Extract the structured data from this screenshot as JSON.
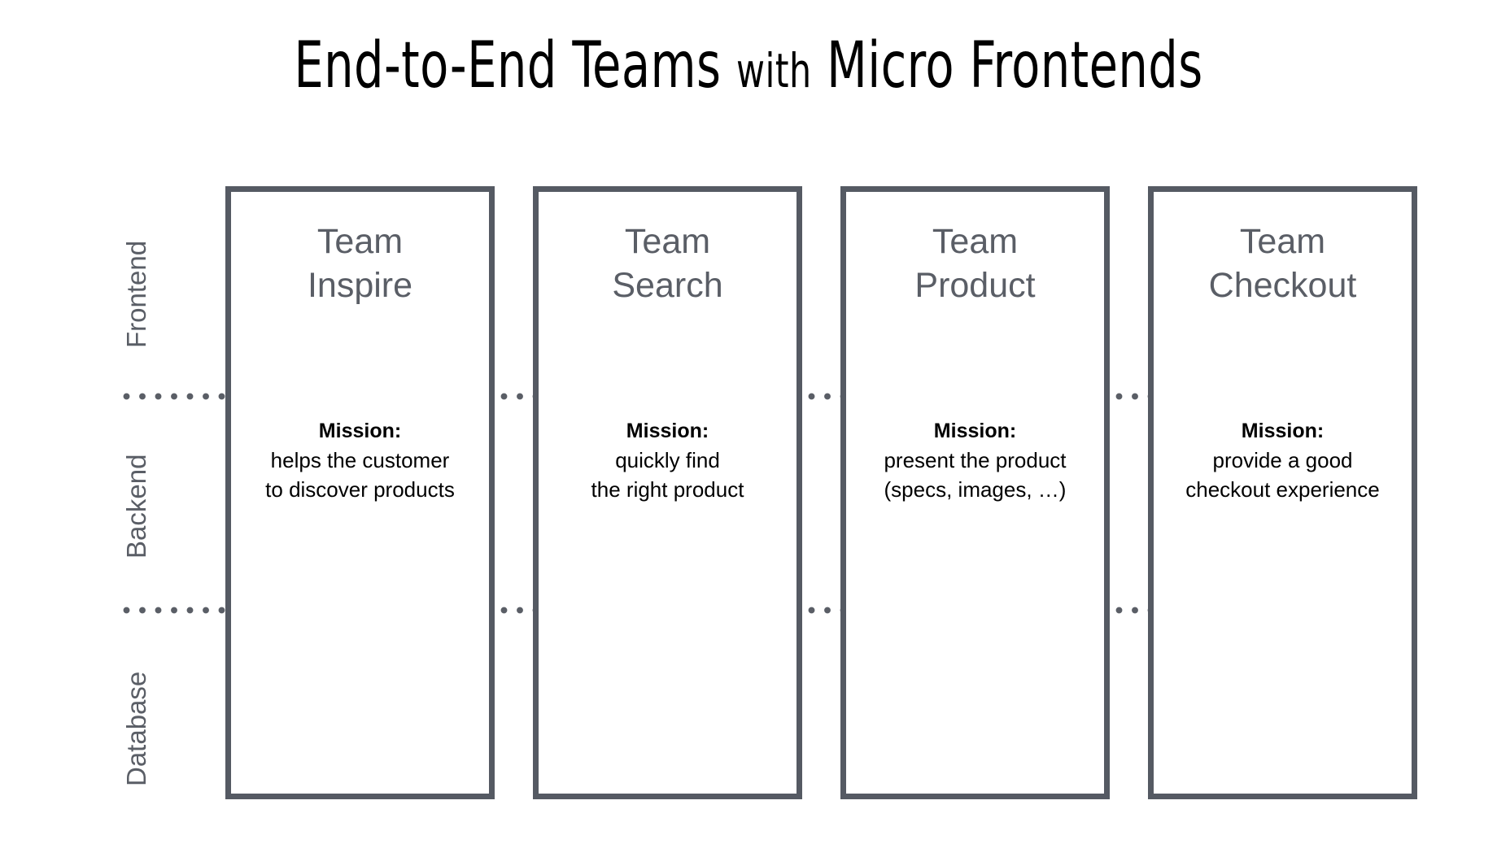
{
  "title": {
    "part1": "End-to-End Teams ",
    "part_small": "with",
    "part2": " Micro Frontends",
    "full": "End-to-End Teams with Micro Frontends"
  },
  "layers": [
    {
      "key": "frontend",
      "label": "Frontend"
    },
    {
      "key": "backend",
      "label": "Backend"
    },
    {
      "key": "database",
      "label": "Database"
    }
  ],
  "colors": {
    "box_border": "#555a63",
    "team_name": "#5a5e66",
    "layer_label": "#5a5e66",
    "dots": "#5a5e66",
    "mission_text": "#000000",
    "title": "#000000",
    "background": "#ffffff"
  },
  "mission_label": "Mission:",
  "teams": [
    {
      "name_line1": "Team",
      "name_line2": "Inspire",
      "mission_label": "Mission:",
      "mission_line1": "helps the customer",
      "mission_line2": "to discover products"
    },
    {
      "name_line1": "Team",
      "name_line2": "Search",
      "mission_label": "Mission:",
      "mission_line1": "quickly find",
      "mission_line2": "the right product"
    },
    {
      "name_line1": "Team",
      "name_line2": "Product",
      "mission_label": "Mission:",
      "mission_line1": "present the product",
      "mission_line2": "(specs, images, …)"
    },
    {
      "name_line1": "Team",
      "name_line2": "Checkout",
      "mission_label": "Mission:",
      "mission_line1": "provide a good",
      "mission_line2": "checkout experience"
    }
  ]
}
